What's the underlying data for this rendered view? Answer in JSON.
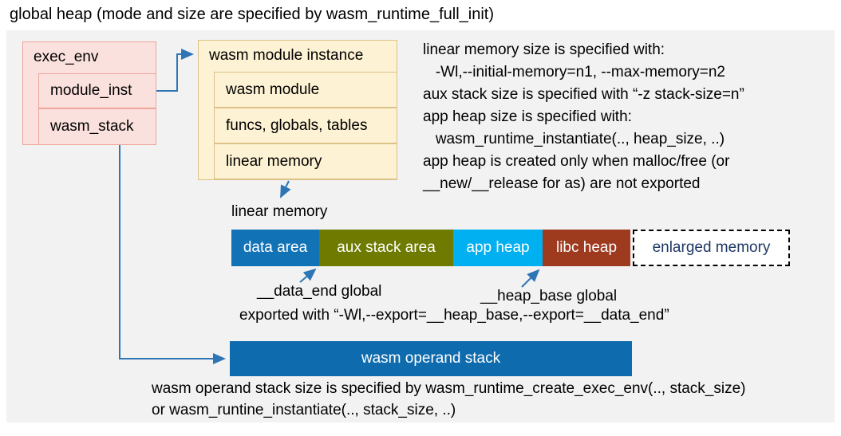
{
  "title": "global heap (mode and size are specified by wasm_runtime_full_init)",
  "colors": {
    "panel_bg": "#F2F2F2",
    "exec_env_fill": "#FBE1DD",
    "exec_env_border": "#EDA49A",
    "instance_fill": "#FDF2D3",
    "instance_border": "#DCC289",
    "arrow": "#2E75B6",
    "operand_stack_fill": "#0E6BAD"
  },
  "exec_env": {
    "label": "exec_env",
    "rows": [
      {
        "label": "module_inst"
      },
      {
        "label": "wasm_stack"
      }
    ]
  },
  "module_instance": {
    "label": "wasm module instance",
    "rows": [
      {
        "label": "wasm module"
      },
      {
        "label": "funcs, globals, tables"
      },
      {
        "label": "linear memory"
      }
    ]
  },
  "notes_right": {
    "lines": [
      "linear memory size is specified with:",
      "   -Wl,--initial-memory=n1, --max-memory=n2",
      "aux stack size is specified with “-z stack-size=n”",
      "app heap size is specified with:",
      "   wasm_runtime_instantiate(.., heap_size, ..)",
      "app heap is created only when malloc/free (or",
      "__new/__release for as) are not exported"
    ]
  },
  "linear_memory": {
    "label": "linear memory",
    "segments": [
      {
        "label": "data area",
        "color": "#1272B6",
        "text_color": "#FFFFFF"
      },
      {
        "label": "aux stack area",
        "color": "#6E7B00",
        "text_color": "#FFFFFF"
      },
      {
        "label": "app heap",
        "color": "#00B0F0",
        "text_color": "#FFFFFF"
      },
      {
        "label": "libc heap",
        "color": "#9E3A1E",
        "text_color": "#FFFFFF"
      },
      {
        "label": "enlarged memory",
        "color": "#FFFFFF",
        "text_color": "#1F3864"
      }
    ],
    "annotations": {
      "data_end": "__data_end global",
      "heap_base": "__heap_base global",
      "exported": "exported with “-Wl,--export=__heap_base,--export=__data_end”"
    }
  },
  "operand_stack": {
    "label": "wasm operand stack",
    "note_line1": "wasm operand stack size is specified by wasm_runtime_create_exec_env(.., stack_size)",
    "note_line2": "or wasm_runtine_instantiate(.., stack_size, ..)"
  }
}
